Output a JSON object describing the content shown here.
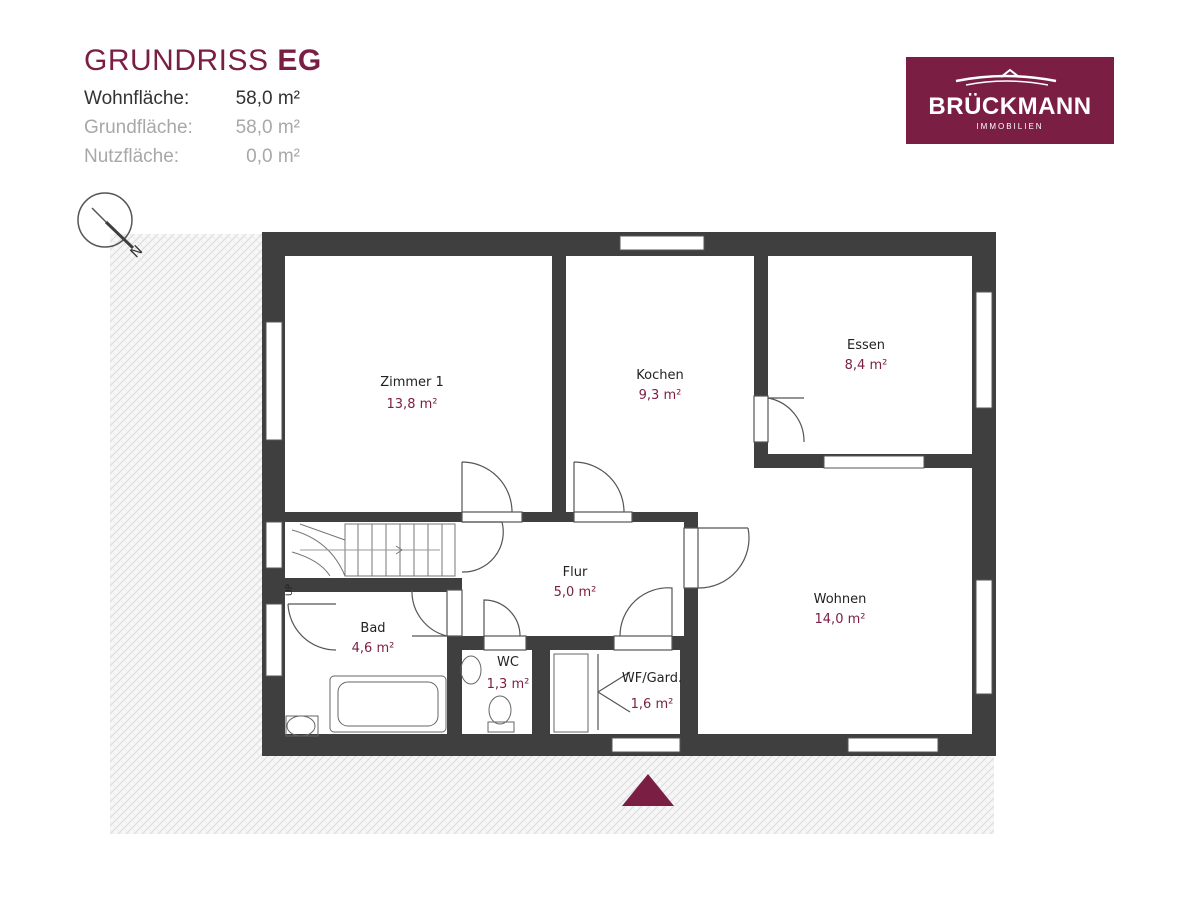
{
  "header": {
    "title_light": "GRUNDRISS",
    "title_bold": "EG",
    "areas": [
      {
        "label": "Wohnfläche:",
        "value": "58,0 m²"
      },
      {
        "label": "Grundfläche:",
        "value": "58,0 m²"
      },
      {
        "label": "Nutzfläche:",
        "value": "0,0 m²"
      }
    ]
  },
  "logo": {
    "name": "BRÜCKMANN",
    "subtitle": "IMMOBILIEN"
  },
  "compass": {
    "label": "N"
  },
  "stair": {
    "label": "UP"
  },
  "rooms": {
    "zimmer1": {
      "name": "Zimmer 1",
      "area": "13,8 m²"
    },
    "kochen": {
      "name": "Kochen",
      "area": "9,3 m²"
    },
    "essen": {
      "name": "Essen",
      "area": "8,4 m²"
    },
    "flur": {
      "name": "Flur",
      "area": "5,0 m²"
    },
    "wohnen": {
      "name": "Wohnen",
      "area": "14,0 m²"
    },
    "bad": {
      "name": "Bad",
      "area": "4,6 m²"
    },
    "wc": {
      "name": "WC",
      "area": "1,3 m²"
    },
    "wfgard": {
      "name": "WF/Gard.",
      "area": "1,6 m²"
    }
  },
  "colors": {
    "brand": "#7a1e44",
    "wall": "#3f3f3f"
  }
}
